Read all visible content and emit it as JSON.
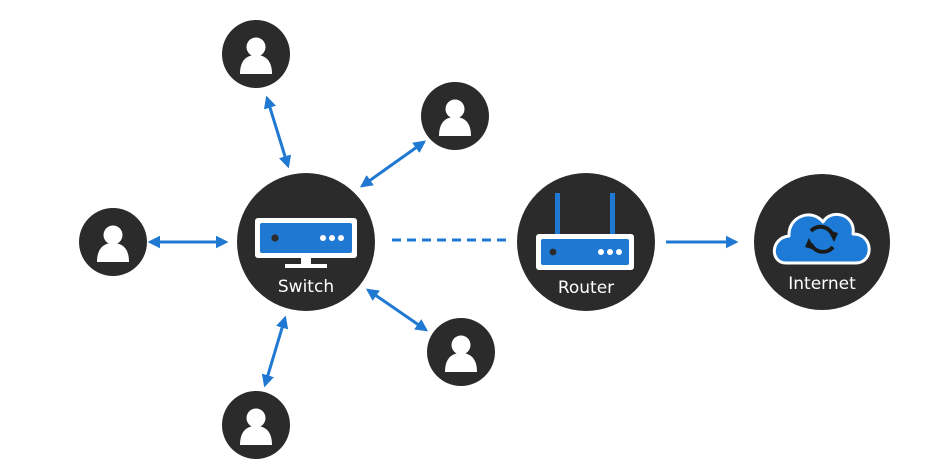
{
  "nodes": {
    "switch": {
      "label": "Switch"
    },
    "router": {
      "label": "Router"
    },
    "internet": {
      "label": "Internet"
    }
  },
  "colors": {
    "node_fill": "#2b2b2b",
    "accent_blue": "#1f78d1",
    "device_white": "#ffffff",
    "cloud_blue": "#1d7ad6"
  },
  "icons": {
    "user": "user-icon",
    "switch": "switch-device-icon",
    "router": "router-device-icon",
    "internet": "cloud-sync-icon"
  }
}
